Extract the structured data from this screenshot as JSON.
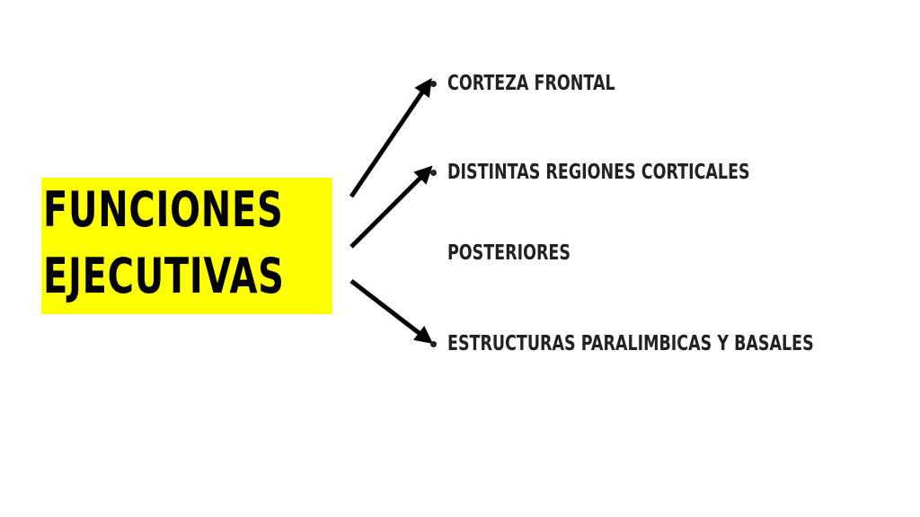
{
  "title": {
    "line1": "FUNCIONES",
    "line2": "EJECUTIVAS"
  },
  "items": [
    {
      "label": "CORTEZA FRONTAL"
    },
    {
      "label": "DISTINTAS REGIONES CORTICALES"
    },
    {
      "label": "POSTERIORES"
    },
    {
      "label": "ESTRUCTURAS PARALIMBICAS Y BASALES"
    }
  ],
  "colors": {
    "highlight": "#ffff00",
    "text": "#000000",
    "arrow": "#000000",
    "background": "#ffffff"
  }
}
